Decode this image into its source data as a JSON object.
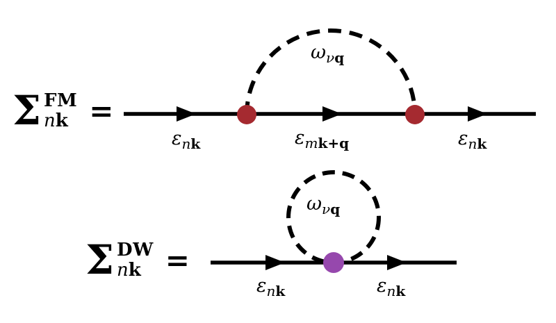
{
  "colors": {
    "line": "#000000",
    "fm_vertex": "#A52A30",
    "dw_vertex": "#9648AD",
    "background": "#FFFFFF"
  },
  "fm": {
    "lhs": {
      "sigma": "Σ",
      "sup": "FM",
      "sub_band": "n",
      "sub_momentum": "k"
    },
    "equals": "=",
    "phonon_label": {
      "base": "ω",
      "sub_mode": "ν",
      "sub_momentum": "q"
    },
    "left_energy": {
      "base": "ε",
      "sub_band": "n",
      "sub_momentum": "k"
    },
    "mid_energy": {
      "base": "ε",
      "sub_band": "m",
      "sub_momentum": "k",
      "plus": "+",
      "sub_q": "q"
    },
    "right_energy": {
      "base": "ε",
      "sub_band": "n",
      "sub_momentum": "k"
    }
  },
  "dw": {
    "lhs": {
      "sigma": "Σ",
      "sup": "DW",
      "sub_band": "n",
      "sub_momentum": "k"
    },
    "equals": "=",
    "phonon_label": {
      "base": "ω",
      "sub_mode": "ν",
      "sub_momentum": "q"
    },
    "left_energy": {
      "base": "ε",
      "sub_band": "n",
      "sub_momentum": "k"
    },
    "right_energy": {
      "base": "ε",
      "sub_band": "n",
      "sub_momentum": "k"
    }
  }
}
